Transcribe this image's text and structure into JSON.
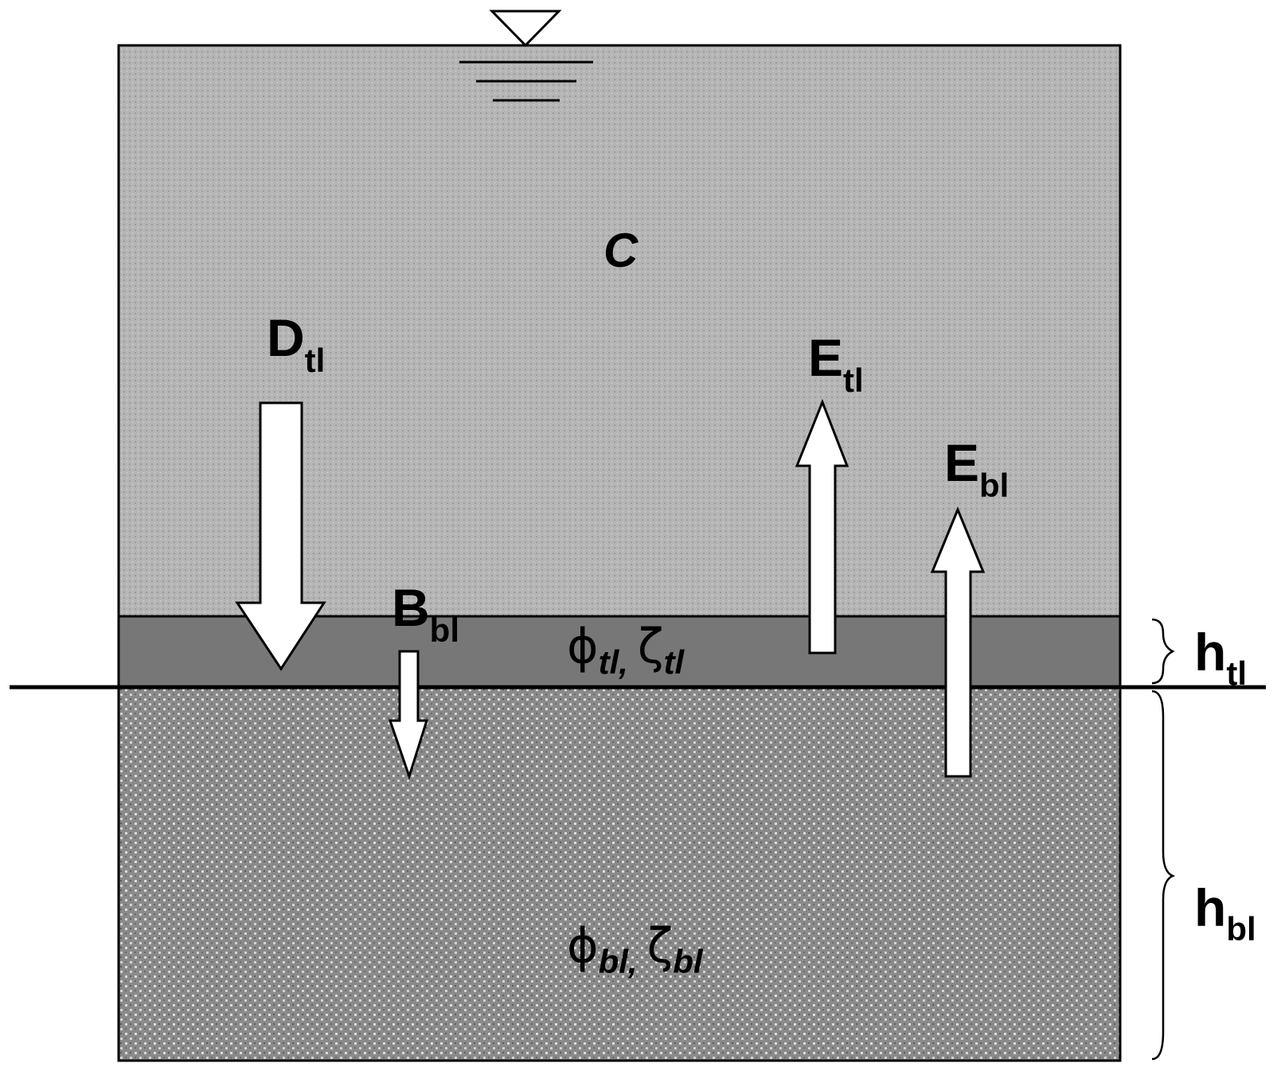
{
  "water_column": {
    "concentration_symbol": "C"
  },
  "fluxes": {
    "deposition": {
      "main": "D",
      "sub": "tl"
    },
    "burial": {
      "main": "B",
      "sub": "bl"
    },
    "erosion_top": {
      "main": "E",
      "sub": "tl"
    },
    "erosion_bottom": {
      "main": "E",
      "sub": "bl"
    }
  },
  "layers": {
    "top_layer": {
      "porosity_symbol": "ϕ",
      "porosity_sub": "tl,",
      "fraction_symbol": "ζ",
      "fraction_sub": "tl"
    },
    "bottom_layer": {
      "porosity_symbol": "ϕ",
      "porosity_sub": "bl,",
      "fraction_symbol": "ζ",
      "fraction_sub": "bl"
    }
  },
  "thickness": {
    "top": {
      "main": "h",
      "sub": "tl"
    },
    "bottom": {
      "main": "h",
      "sub": "bl"
    }
  },
  "colors": {
    "water": "#b3b3b3",
    "top_layer": "#777777",
    "bottom_layer": "#8c8c8c",
    "arrow_fill": "#ffffff",
    "outline": "#000000"
  }
}
